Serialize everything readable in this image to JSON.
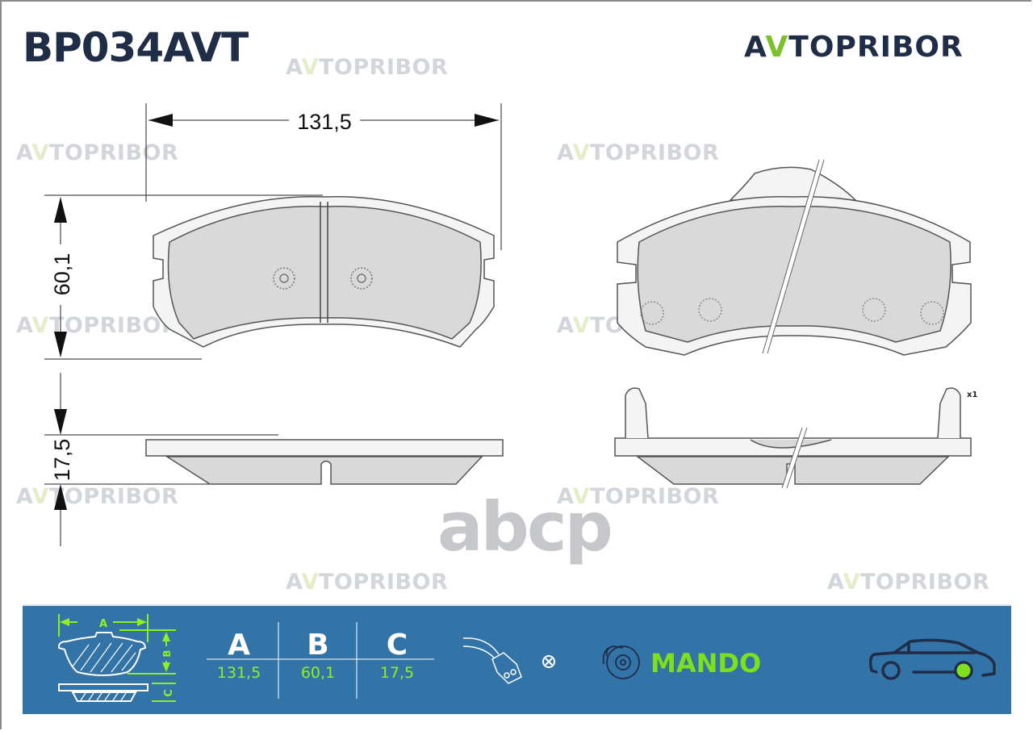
{
  "header": {
    "part_number": "BP034AVT",
    "brand_prefix": "A",
    "brand_accent": "V",
    "brand_suffix": "TOPRIBOR"
  },
  "watermark": {
    "prefix": "A",
    "accent": "V",
    "suffix": "TOPRIBOR",
    "secondary": "abcp"
  },
  "drawing": {
    "width_label": "131,5",
    "height_label": "60,1",
    "thickness_label": "17,5",
    "clip_qty_label": "x1"
  },
  "specs": {
    "columns": [
      {
        "key": "A",
        "value": "131,5"
      },
      {
        "key": "B",
        "value": "60,1"
      },
      {
        "key": "C",
        "value": "17,5"
      }
    ],
    "legend_icon_labels": {
      "a": "A",
      "b": "B",
      "c": "C"
    },
    "wear_sensor": "not-included",
    "system_brand": "MANDO",
    "axle": "front"
  },
  "colors": {
    "title": "#1f2d47",
    "accent_green": "#7cc02c",
    "panel_blue": "#3374a8",
    "value_green": "#8ff01f",
    "pad_fill": "#d8d8d8",
    "watermark": "#d2d5d9"
  }
}
